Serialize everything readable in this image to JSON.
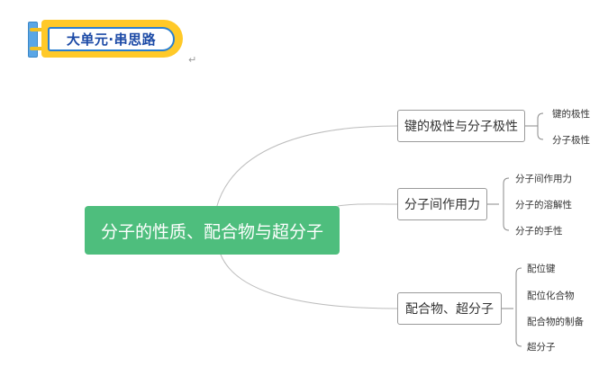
{
  "header": {
    "badge_title": "大单元·串思路",
    "return_mark": "↵"
  },
  "mindmap": {
    "root": "分子的性质、配合物与超分子",
    "branches": [
      {
        "label": "键的极性与分子极性",
        "leaves": [
          "键的极性",
          "分子极性"
        ]
      },
      {
        "label": "分子间作用力",
        "leaves": [
          "分子间作用力",
          "分子的溶解性",
          "分子的手性"
        ]
      },
      {
        "label": "配合物、超分子",
        "leaves": [
          "配位键",
          "配位化合物",
          "配合物的制备",
          "超分子"
        ]
      }
    ]
  },
  "colors": {
    "root_fill": "#4ebe7d",
    "badge_yellow": "#ffc928",
    "badge_blue": "#2b7fd0",
    "connector": "#bdbdbd"
  }
}
